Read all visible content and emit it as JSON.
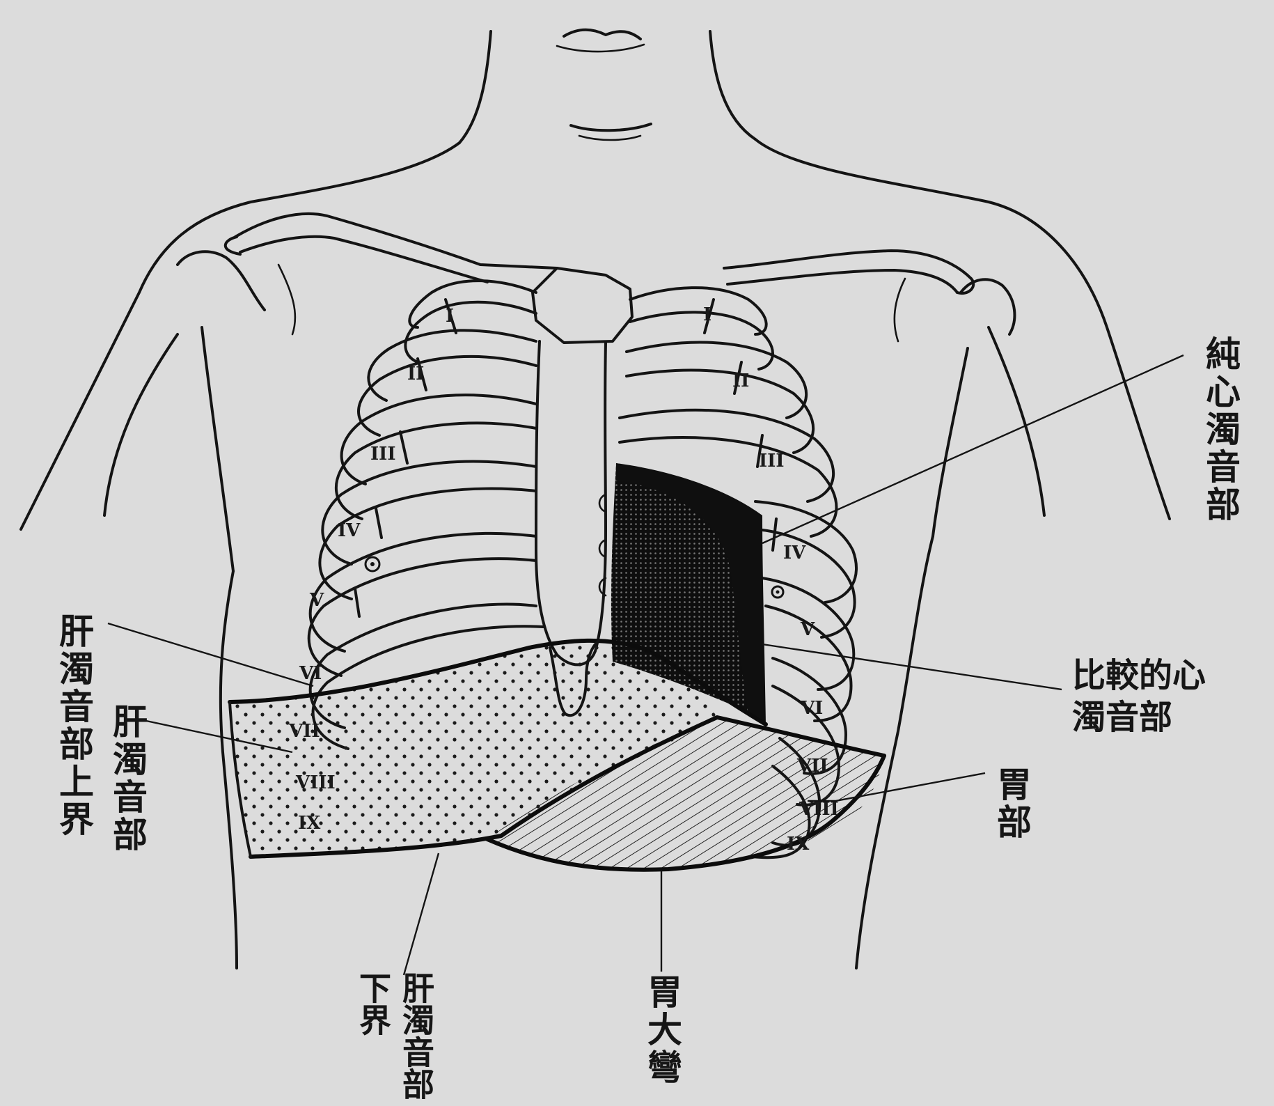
{
  "labels": {
    "pure_cardiac_dullness": "純心濁音部",
    "relative_cardiac_dullness": "比較的心濁音部",
    "liver_dullness_upper_border": "肝濁音部上界",
    "liver_dullness": "肝濁音部",
    "stomach": "胃部",
    "liver_dullness_lower_border": "肝濁音部下界",
    "greater_curvature": "胃大彎"
  },
  "rib_numerals": {
    "right_side": [
      "I",
      "II",
      "III",
      "IV",
      "V",
      "VI",
      "VII",
      "VIII",
      "IX"
    ],
    "left_side": [
      "I",
      "II",
      "III",
      "IV",
      "V",
      "VI",
      "VII",
      "VIII",
      "IX"
    ]
  },
  "colors": {
    "background": "#dcdcdc",
    "ink": "#141414",
    "pure_dullness_fill": "#0f0f0f",
    "relative_dullness_fill": "#2a2a2a"
  }
}
